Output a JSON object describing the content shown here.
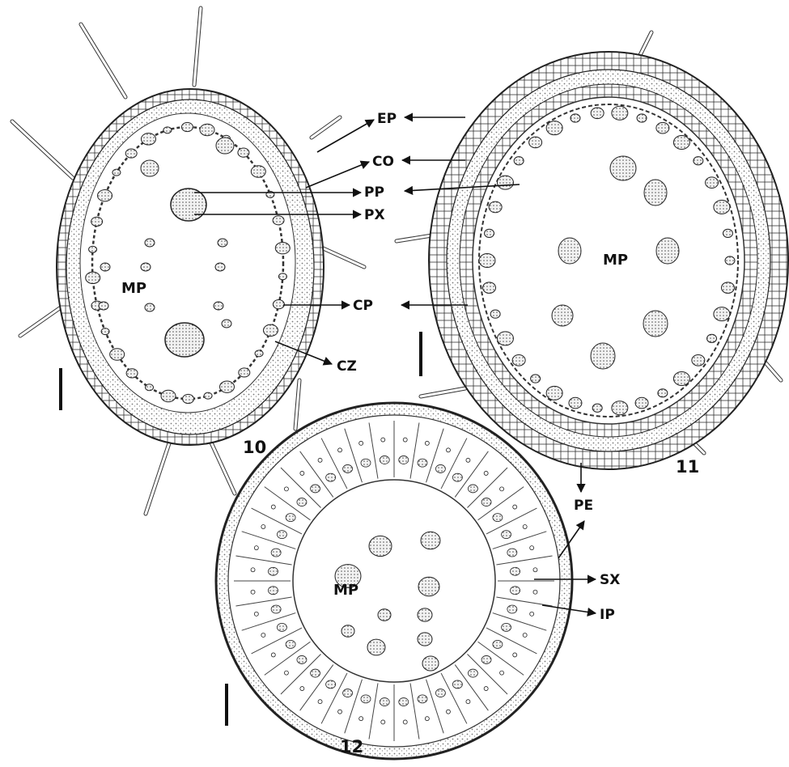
{
  "figure": {
    "panels": [
      {
        "id": "10",
        "number": "10",
        "interior_label": "MP"
      },
      {
        "id": "11",
        "number": "11",
        "interior_label": "MP"
      },
      {
        "id": "12",
        "number": "12",
        "interior_label": "MP"
      }
    ],
    "callouts": {
      "ep": "EP",
      "co": "CO",
      "pp": "PP",
      "px": "PX",
      "cp": "CP",
      "cz": "CZ",
      "pe": "PE",
      "sx": "SX",
      "ip": "IP"
    },
    "colors": {
      "ink": "#222222",
      "stipple": "#9a9a9a",
      "background": "#ffffff"
    }
  }
}
